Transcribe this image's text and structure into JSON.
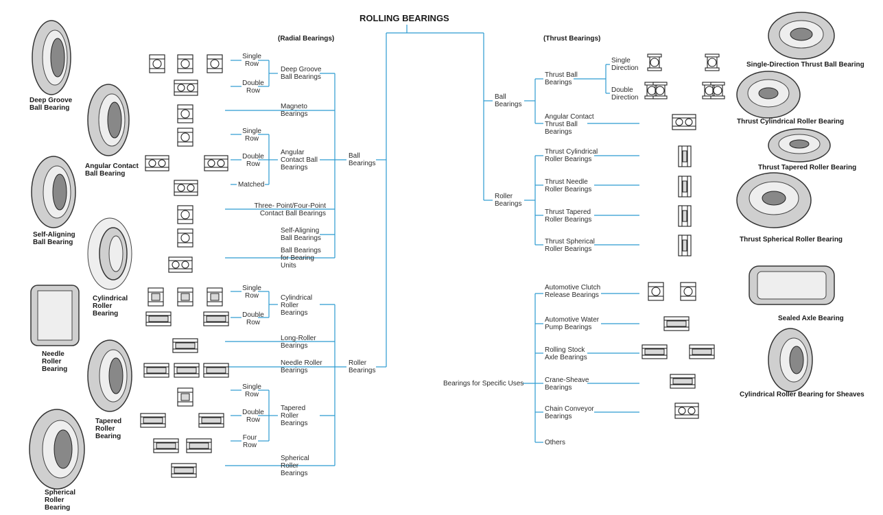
{
  "title": "ROLLING BEARINGS",
  "radial_header": "(Radial Bearings)",
  "thrust_header": "(Thrust Bearings)",
  "radial": {
    "ball": "Ball\nBearings",
    "roller": "Roller\nBearings",
    "deep_groove": "Deep Groove\nBall Bearings",
    "dg_single": "Single\nRow",
    "dg_double": "Double\nRow",
    "magneto": "Magneto\nBearings",
    "angular": "Angular\nContact Ball\nBearings",
    "ac_single": "Single\nRow",
    "ac_double": "Double\nRow",
    "ac_matched": "Matched",
    "three_point": "Three- Point/Four-Point\nContact Ball Bearings",
    "self_aligning": "Self-Aligning\nBall Bearings",
    "units": "Ball Bearings\nfor Bearing\nUnits",
    "cylindrical": "Cylindrical\nRoller\nBearings",
    "cy_single": "Single\nRow",
    "cy_double": "Double\nRow",
    "long_roller": "Long-Roller\nBearings",
    "needle": "Needle Roller\nBearings",
    "tapered": "Tapered\nRoller\nBearings",
    "tp_single": "Single\nRow",
    "tp_double": "Double\nRow",
    "tp_four": "Four\nRow",
    "spherical": "Spherical\nRoller\nBearings"
  },
  "thrust": {
    "ball": "Ball\nBearings",
    "roller": "Roller\nBearings",
    "thrust_ball": "Thrust Ball\nBearings",
    "tb_single": "Single\nDirection",
    "tb_double": "Double\nDirection",
    "angular": "Angular Contact\nThrust Ball\nBearings",
    "cylindrical": "Thrust Cylindrical\nRoller Bearings",
    "needle": "Thrust Needle\nRoller Bearings",
    "tapered": "Thrust Tapered\nRoller Bearings",
    "spherical": "Thrust Spherical\nRoller Bearings"
  },
  "specific": {
    "label": "Bearings for Specific Uses",
    "clutch": "Automotive Clutch\nRelease Bearings",
    "water_pump": "Automotive Water\nPump Bearings",
    "rolling_stock": "Rolling Stock\nAxle Bearings",
    "crane": "Crane-Sheave\nBearings",
    "chain": "Chain Conveyor\nBearings",
    "others": "Others"
  },
  "photos_left": {
    "deep_groove": "Deep Groove\nBall Bearing",
    "angular": "Angular Contact\nBall Bearing",
    "self_aligning": "Self-Aligning\nBall Bearing",
    "cylindrical": "Cylindrical\nRoller\nBearing",
    "needle": "Needle\nRoller\nBearing",
    "tapered": "Tapered\nRoller\nBearing",
    "spherical": "Spherical\nRoller\nBearing"
  },
  "photos_right": {
    "thrust_ball": "Single-Direction Thrust Ball Bearing",
    "thrust_cyl": "Thrust Cylindrical Roller Bearing",
    "thrust_tap": "Thrust Tapered Roller Bearing",
    "thrust_sph": "Thrust Spherical Roller Bearing",
    "sealed_axle": "Sealed Axle Bearing",
    "sheave": "Cylindrical Roller Bearing for Sheaves"
  },
  "colors": {
    "line": "#2a9ad0",
    "text": "#2a2a2a"
  }
}
